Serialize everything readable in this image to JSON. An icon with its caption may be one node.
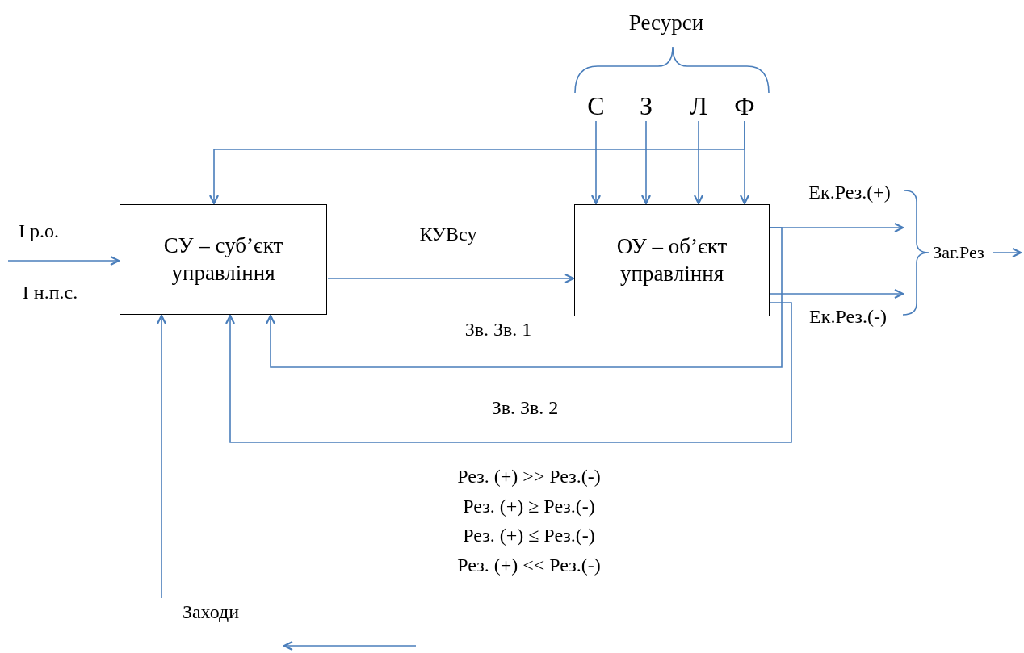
{
  "diagram": {
    "nodes": [
      {
        "text": [
          "СУ – суб’єкт управління"
        ]
      },
      {
        "text": [
          "ОУ – об’єкт управління"
        ]
      },
      {
        "text": [
          "С"
        ]
      },
      {
        "text": [
          "З"
        ]
      },
      {
        "text": [
          "Л"
        ]
      },
      {
        "text": [
          "Ф"
        ]
      },
      {
        "text": [
          "Заг.Рез"
        ]
      },
      {
        "text": [
          "Заходи"
        ]
      }
    ],
    "edges": [
      {
        "from": null,
        "to": 0,
        "arrow": "to"
      },
      {
        "from": 0,
        "to": 1,
        "arrow": "to",
        "label": "КУВсу"
      },
      {
        "from": 2,
        "to": 1,
        "arrow": "to"
      },
      {
        "from": 3,
        "to": 1,
        "arrow": "to"
      },
      {
        "from": 4,
        "to": 1,
        "arrow": "to"
      },
      {
        "from": 5,
        "to": 1,
        "arrow": "to"
      },
      {
        "from": 5,
        "to": 0,
        "arrow": "to"
      },
      {
        "from": 1,
        "to": 6,
        "arrow": "to",
        "label": "Ек.Рез.(+)"
      },
      {
        "from": 1,
        "to": 6,
        "arrow": "to",
        "label": "Ек.Рез.(-)"
      },
      {
        "from": 1,
        "to": 0,
        "arrow": "to",
        "label": "Зв. Зв. 1"
      },
      {
        "from": 1,
        "to": 0,
        "arrow": "to",
        "label": "Зв. Зв. 2"
      },
      {
        "from": 7,
        "to": 0,
        "arrow": "to"
      },
      {
        "from": 6,
        "to": null,
        "arrow": "to"
      }
    ],
    "labels": [
      "Ресурси",
      "I р.о.",
      "I н.п.с.",
      "Рез. (+) >> Рез.(-)",
      "Рез. (+) ≥ Рез.(-)",
      "Рез. (+) ≤ Рез.(-)",
      "Рез. (+) << Рез.(-)"
    ]
  }
}
